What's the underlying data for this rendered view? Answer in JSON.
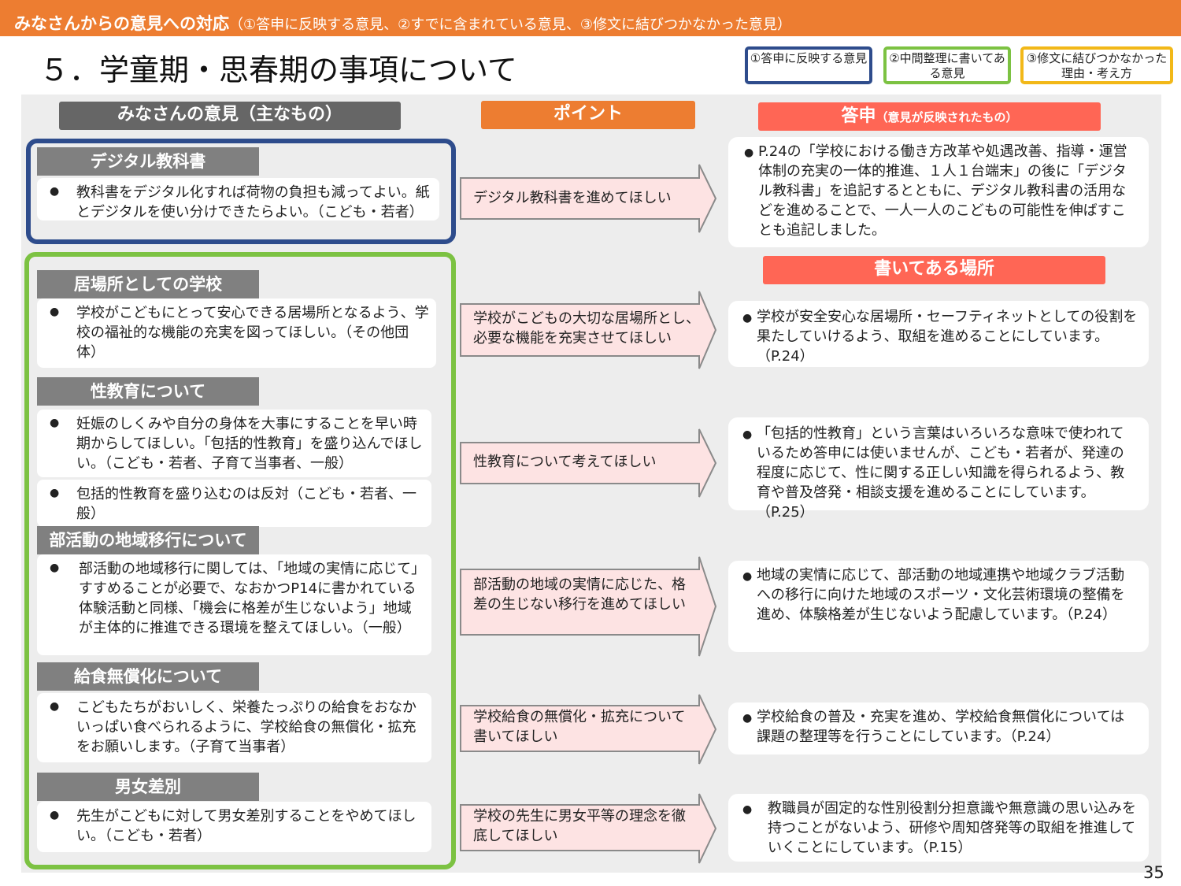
{
  "banner": {
    "title": "みなさんからの意見への対応",
    "subtitle": "（①答申に反映する意見、②すでに含まれている意見、③修文に結びつかなかった意見）"
  },
  "page_title": "５．学童期・思春期の事項について",
  "legend": {
    "item1": "①答申に反映する意見",
    "item2": "②中間整理に書いてある意見",
    "item3": "③修文に結びつかなかった理由・考え方"
  },
  "headers": {
    "opinions": "みなさんの意見（主なもの）",
    "point": "ポイント",
    "answer": "答申",
    "answer_note": "（意見が反映されたもの）",
    "written": "書いてある場所"
  },
  "topics": [
    {
      "tab": "デジタル教科書",
      "opinion": "教科書をデジタル化すれば荷物の負担も減ってよい。紙とデジタルを使い分けできたらよい。（こども・若者）"
    },
    {
      "tab": "居場所としての学校",
      "opinion": "学校がこどもにとって安心できる居場所となるよう、学校の福祉的な機能の充実を図ってほしい。（その他団体）"
    },
    {
      "tab": "性教育について",
      "opinion": "妊娠のしくみや自分の身体を大事にすることを早い時期からしてほしい。「包括的性教育」を盛り込んでほしい。（こども・若者、子育て当事者、一般）",
      "opinion2": "包括的性教育を盛り込むのは反対（こども・若者、一般）"
    },
    {
      "tab": "部活動の地域移行について",
      "opinion": "部活動の地域移行に関しては、「地域の実情に応じて」すすめることが必要で、なおかつP14に書かれている体験活動と同様、「機会に格差が生じないよう」地域が主体的に推進できる環境を整えてほしい。（一般）"
    },
    {
      "tab": "給食無償化について",
      "opinion": "こどもたちがおいしく、栄養たっぷりの給食をおなかいっぱい食べられるように、学校給食の無償化・拡充をお願いします。（子育て当事者）"
    },
    {
      "tab": "男女差別",
      "opinion": "先生がこどもに対して男女差別することをやめてほしい。（こども・若者）"
    }
  ],
  "points": [
    "デジタル教科書を進めてほしい",
    "学校がこどもの大切な居場所とし、必要な機能を充実させてほしい",
    "性教育について考えてほしい",
    "部活動の地域の実情に応じた、格差の生じない移行を進めてほしい",
    "学校給食の無償化・拡充について書いてほしい",
    "学校の先生に男女平等の理念を徹底してほしい"
  ],
  "answers": [
    "P.24の「学校における働き方改革や処遇改善、指導・運営体制の充実の一体的推進、１人１台端末」の後に「デジタル教科書」を追記するとともに、デジタル教科書の活用などを進めることで、一人一人のこどもの可能性を伸ばすことも追記しました。",
    "学校が安全安心な居場所・セーフティネットとしての役割を果たしていけるよう、取組を進めることにしています。（P.24）",
    "「包括的性教育」という言葉はいろいろな意味で使われているため答申には使いませんが、こども・若者が、発達の程度に応じて、性に関する正しい知識を得られるよう、教育や普及啓発・相談支援を進めることにしています。（P.25）",
    "地域の実情に応じて、部活動の地域連携や地域クラブ活動への移行に向けた地域のスポーツ・文化芸術環境の整備を進め、体験格差が生じないよう配慮しています。（P.24）",
    "学校給食の普及・充実を進め、学校給食無償化については課題の整理等を行うことにしています。（P.24）",
    "教職員が固定的な性別役割分担意識や無意識の思い込みを持つことがないよう、研修や周知啓発等の取組を推進していくことにしています。（P.15）"
  ],
  "bullet": "●",
  "page_number": "35",
  "colors": {
    "banner": "#ED7D31",
    "group1_frame": "#2E4C8C",
    "group2_frame": "#7CC242",
    "legend3_frame": "#F2B818",
    "answer_header": "#FF6655",
    "arrow_fill": "#FDE3E3",
    "tab_gray": "#808080"
  }
}
